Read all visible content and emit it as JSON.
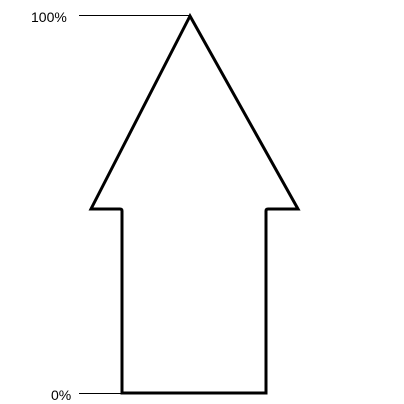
{
  "diagram": {
    "top_label": "100%",
    "bottom_label": "0%",
    "level": 1.0,
    "colors": {
      "stroke": "#000000",
      "background": "#ffffff"
    }
  }
}
